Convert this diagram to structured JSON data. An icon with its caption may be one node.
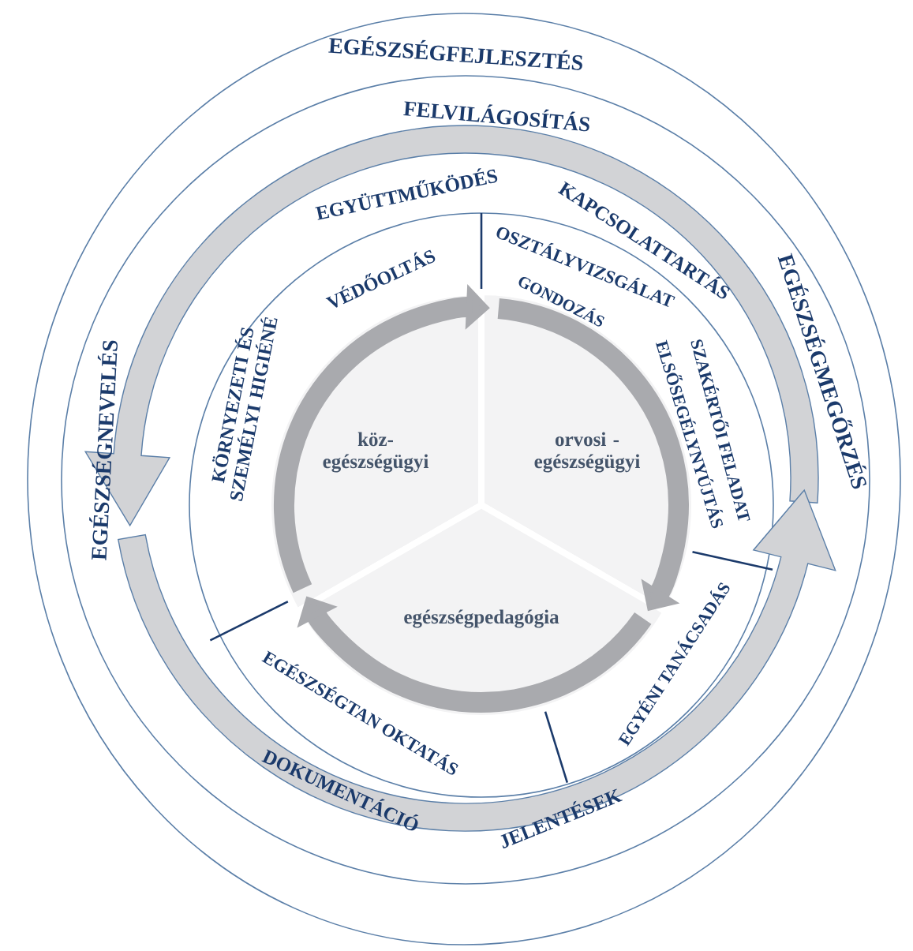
{
  "diagram": {
    "nodes": [
      {
        "text": [
          "köz- egészségügyi"
        ]
      },
      {
        "text": [
          "orvosi - egészségügyi"
        ]
      },
      {
        "text": [
          "egészségpedagógia"
        ]
      }
    ],
    "edges": [
      {
        "from": 0,
        "to": 1,
        "arrow": "to"
      },
      {
        "from": 1,
        "to": 2,
        "arrow": "to"
      },
      {
        "from": 2,
        "to": 0,
        "arrow": "to"
      }
    ],
    "labels": [
      "EGÉSZSÉGFEJLESZTÉS",
      "FELVILÁGOSÍTÁS",
      "EGYÜTTMŰKÖDÉS",
      "KAPCSOLATTARTÁS",
      "EGÉSZSÉGMEGŐRZÉS",
      "OSZTÁLYVIZSGÁLAT",
      "VÉDŐOLTÁS",
      "GONDOZÁS",
      "EGÉSZSÉGNEVELÉS",
      "KÖRNYEZETI ÉS SZEMÉLYI HIGIÉNÉ",
      "SZAKÉRTŐI FELADAT",
      "ELSŐSEGÉLYNYÚJTÁS",
      "EGYÉNI TANÁCSADÁS",
      "EGÉSZSÉGTAN OKTATÁS",
      "DOKUMENTÁCIÓ",
      "JELENTÉSEK"
    ]
  }
}
